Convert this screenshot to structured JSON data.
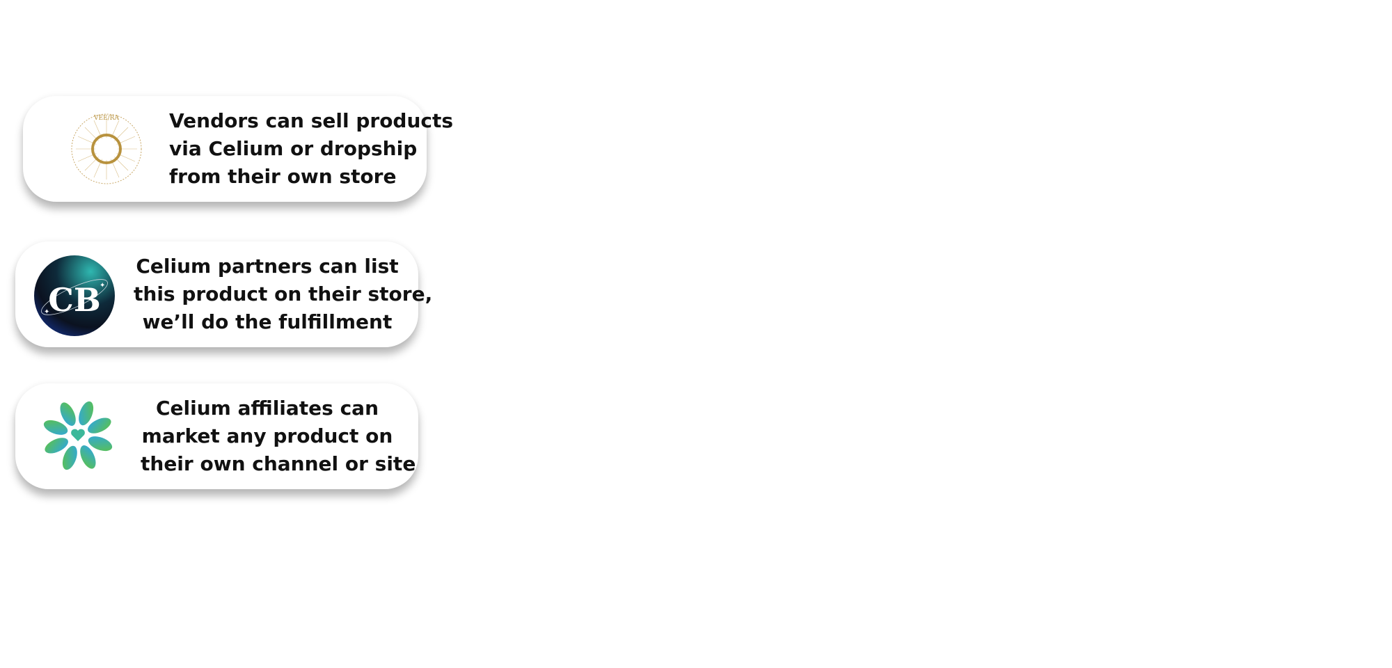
{
  "cards": [
    {
      "logo": "veeira-sun-logo",
      "logo_text": "VEE/RA",
      "lines": [
        "Vendors can sell products",
        "via Celium or dropship",
        "from their own store"
      ]
    },
    {
      "logo": "cb-orbit-logo",
      "logo_text": "CB",
      "lines": [
        "Celium partners can list",
        "this product on their store,",
        "we’ll do the fulfillment"
      ]
    },
    {
      "logo": "leaf-heart-logo",
      "lines": [
        "Celium affiliates can",
        "market any product on",
        "their own channel or site"
      ]
    }
  ],
  "colors": {
    "gold": "#b8923e",
    "leaf_green": "#5cc24a",
    "leaf_blue": "#2fa6e0"
  }
}
